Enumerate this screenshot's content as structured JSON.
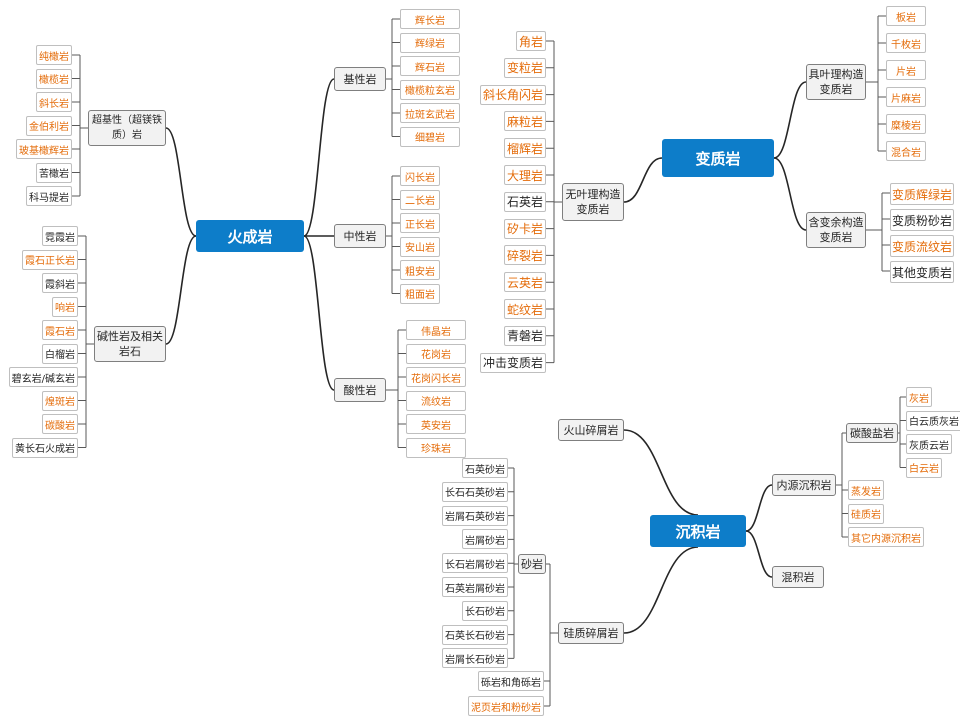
{
  "colors": {
    "root": "#0d7dc9",
    "orange": "#e46c0a",
    "line": "#262626",
    "bracket": "#595959"
  },
  "igneous": {
    "root": "火成岩",
    "basic": {
      "label": "基性岩",
      "items": [
        {
          "t": "辉长岩",
          "o": true
        },
        {
          "t": "辉绿岩",
          "o": true
        },
        {
          "t": "辉石岩",
          "o": true
        },
        {
          "t": "橄榄粒玄岩",
          "o": true
        },
        {
          "t": "拉斑玄武岩",
          "o": true
        },
        {
          "t": "细碧岩",
          "o": true
        }
      ]
    },
    "intermediate": {
      "label": "中性岩",
      "items": [
        {
          "t": "闪长岩",
          "o": true
        },
        {
          "t": "二长岩",
          "o": true
        },
        {
          "t": "正长岩",
          "o": true
        },
        {
          "t": "安山岩",
          "o": true
        },
        {
          "t": "粗安岩",
          "o": true
        },
        {
          "t": "粗面岩",
          "o": true
        }
      ]
    },
    "acid": {
      "label": "酸性岩",
      "items": [
        {
          "t": "伟晶岩",
          "o": true
        },
        {
          "t": "花岗岩",
          "o": true
        },
        {
          "t": "花岗闪长岩",
          "o": true
        },
        {
          "t": "流纹岩",
          "o": true
        },
        {
          "t": "英安岩",
          "o": true
        },
        {
          "t": "珍珠岩",
          "o": true
        }
      ]
    },
    "ultrabasic": {
      "label": "超基性（超镁铁质）岩",
      "items": [
        {
          "t": "纯橄岩",
          "o": true
        },
        {
          "t": "橄榄岩",
          "o": true
        },
        {
          "t": "斜长岩",
          "o": true
        },
        {
          "t": "金伯利岩",
          "o": true
        },
        {
          "t": "玻基橄辉岩",
          "o": true
        },
        {
          "t": "苦橄岩",
          "o": false
        },
        {
          "t": "科马提岩",
          "o": false
        }
      ]
    },
    "alkaline": {
      "label": "碱性岩及相关岩石",
      "items": [
        {
          "t": "霓霞岩",
          "o": false
        },
        {
          "t": "霞石正长岩",
          "o": true
        },
        {
          "t": "霞斜岩",
          "o": false
        },
        {
          "t": "响岩",
          "o": true
        },
        {
          "t": "霞石岩",
          "o": true
        },
        {
          "t": "白榴岩",
          "o": false
        },
        {
          "t": "碧玄岩/碱玄岩",
          "o": false
        },
        {
          "t": "煌斑岩",
          "o": true
        },
        {
          "t": "碳酸岩",
          "o": true
        },
        {
          "t": "黄长石火成岩",
          "o": false
        }
      ]
    }
  },
  "metamorphic": {
    "root": "变质岩",
    "foliated": {
      "label": "具叶理构造变质岩",
      "items": [
        {
          "t": "板岩",
          "o": true
        },
        {
          "t": "千枚岩",
          "o": true
        },
        {
          "t": "片岩",
          "o": true
        },
        {
          "t": "片麻岩",
          "o": true
        },
        {
          "t": "糜棱岩",
          "o": true
        },
        {
          "t": "混合岩",
          "o": true
        }
      ]
    },
    "relict": {
      "label": "含变余构造变质岩",
      "items": [
        {
          "t": "变质辉绿岩",
          "o": true
        },
        {
          "t": "变质粉砂岩",
          "o": false
        },
        {
          "t": "变质流纹岩",
          "o": true
        },
        {
          "t": "其他变质岩",
          "o": false
        }
      ]
    },
    "nonfoliated": {
      "label": "无叶理构造变质岩",
      "items": [
        {
          "t": "角岩",
          "o": true
        },
        {
          "t": "变粒岩",
          "o": true
        },
        {
          "t": "斜长角闪岩",
          "o": true
        },
        {
          "t": "麻粒岩",
          "o": true
        },
        {
          "t": "榴辉岩",
          "o": true
        },
        {
          "t": "大理岩",
          "o": true
        },
        {
          "t": "石英岩",
          "o": false
        },
        {
          "t": "矽卡岩",
          "o": true
        },
        {
          "t": "碎裂岩",
          "o": true
        },
        {
          "t": "云英岩",
          "o": true
        },
        {
          "t": "蛇纹岩",
          "o": true
        },
        {
          "t": "青磐岩",
          "o": false
        },
        {
          "t": "冲击变质岩",
          "o": false
        }
      ]
    }
  },
  "sedimentary": {
    "root": "沉积岩",
    "pyroclastic": {
      "label": "火山碎屑岩"
    },
    "endogenous": {
      "label": "内源沉积岩",
      "carbonate": {
        "label": "碳酸盐岩",
        "items": [
          {
            "t": "灰岩",
            "o": true
          },
          {
            "t": "白云质灰岩",
            "o": false
          },
          {
            "t": "灰质云岩",
            "o": false
          },
          {
            "t": "白云岩",
            "o": true
          }
        ]
      },
      "others": [
        {
          "t": "蒸发岩",
          "o": true
        },
        {
          "t": "硅质岩",
          "o": true
        },
        {
          "t": "其它内源沉积岩",
          "o": true
        }
      ]
    },
    "mixed": {
      "label": "混积岩"
    },
    "siliciclastic": {
      "label": "硅质碎屑岩",
      "sandstone": {
        "label": "砂岩",
        "items": [
          {
            "t": "石英砂岩",
            "o": false
          },
          {
            "t": "长石石英砂岩",
            "o": false
          },
          {
            "t": "岩屑石英砂岩",
            "o": false
          },
          {
            "t": "岩屑砂岩",
            "o": false
          },
          {
            "t": "长石岩屑砂岩",
            "o": false
          },
          {
            "t": "石英岩屑砂岩",
            "o": false
          },
          {
            "t": "长石砂岩",
            "o": false
          },
          {
            "t": "石英长石砂岩",
            "o": false
          },
          {
            "t": "岩屑长石砂岩",
            "o": false
          }
        ]
      },
      "others": [
        {
          "t": "砾岩和角砾岩",
          "o": false
        },
        {
          "t": "泥页岩和粉砂岩",
          "o": true
        }
      ]
    }
  }
}
